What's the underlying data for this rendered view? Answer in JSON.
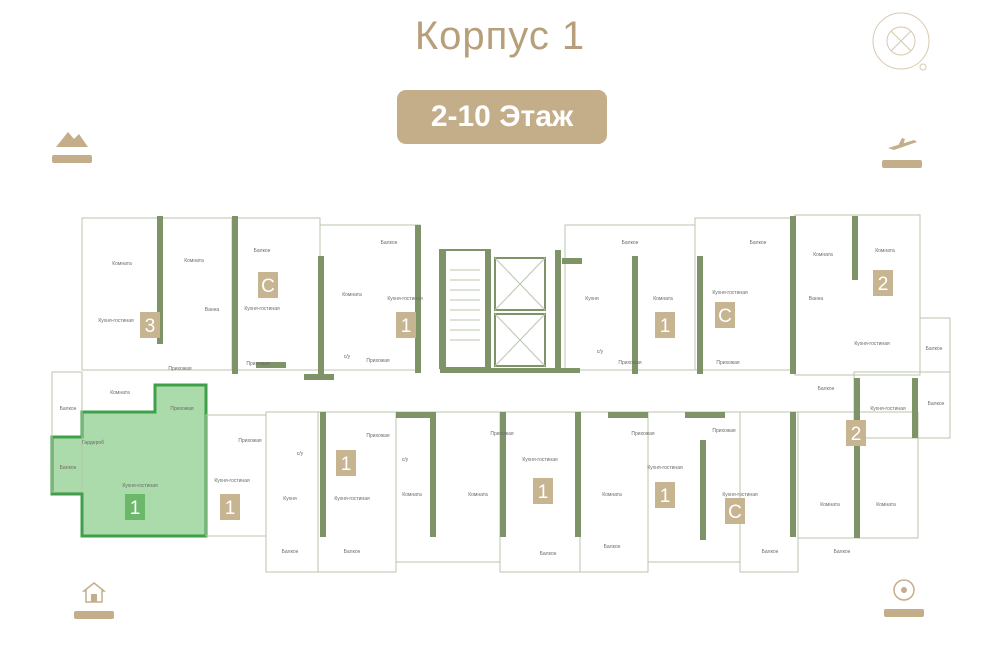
{
  "header": {
    "building_title": "Корпус 1",
    "floor_label": "2-10 Этаж"
  },
  "icons": {
    "compass": "compass-icon",
    "mountain": "mountain-icon",
    "airplane": "airplane-icon",
    "house": "house-icon",
    "football": "football-icon"
  },
  "colors": {
    "accent": "#c4ae8a",
    "wall": "#7e9468",
    "highlight": "#3fa04a",
    "highlight_fill": "#8fcf8f"
  },
  "plan": {
    "selected_apartment": {
      "type": "1",
      "label": "Кухня-гостиная"
    },
    "apartment_types": [
      {
        "id": "apt-3-left",
        "type": "3"
      },
      {
        "id": "apt-studio-1",
        "type": "С"
      },
      {
        "id": "apt-1-top-a",
        "type": "1"
      },
      {
        "id": "apt-1-top-b",
        "type": "1"
      },
      {
        "id": "apt-studio-2",
        "type": "С"
      },
      {
        "id": "apt-2-top-right",
        "type": "2"
      },
      {
        "id": "apt-1-selected",
        "type": "1"
      },
      {
        "id": "apt-1-bottom-a",
        "type": "1"
      },
      {
        "id": "apt-1-bottom-b",
        "type": "1"
      },
      {
        "id": "apt-1-bottom-c",
        "type": "1"
      },
      {
        "id": "apt-1-bottom-d",
        "type": "1"
      },
      {
        "id": "apt-studio-3",
        "type": "С"
      },
      {
        "id": "apt-2-bottom-right",
        "type": "2"
      }
    ],
    "room_labels": {
      "komnata": "Комната",
      "kukhnya_gostinaya": "Кухня-гостиная",
      "kukhnya": "Кухня",
      "prikhozhaya": "Прихожая",
      "balkon": "Балкон",
      "vannaya": "Ванна",
      "su": "с/у",
      "garderob": "Гардероб"
    }
  }
}
